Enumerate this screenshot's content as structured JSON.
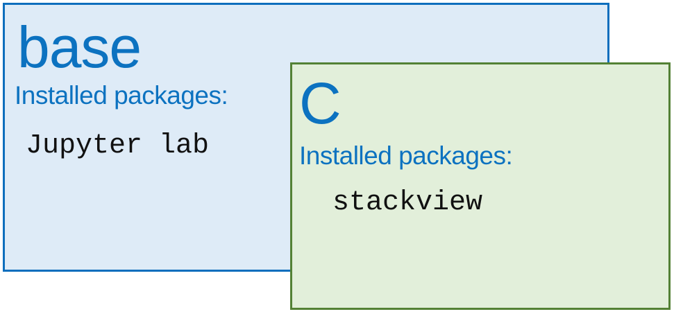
{
  "page": {
    "background_color": "#ffffff"
  },
  "diagram": {
    "heading_color": "#0c72c0",
    "package_text_color": "#111111",
    "environments": [
      {
        "name": "base",
        "packages_label": "Installed packages:",
        "packages": [
          "Jupyter lab"
        ],
        "fill_color": "#deebf7",
        "border_color": "#0d6ebd"
      },
      {
        "name": "C",
        "packages_label": "Installed packages:",
        "packages": [
          "stackview"
        ],
        "fill_color": "#e2efda",
        "border_color": "#538135"
      }
    ]
  }
}
